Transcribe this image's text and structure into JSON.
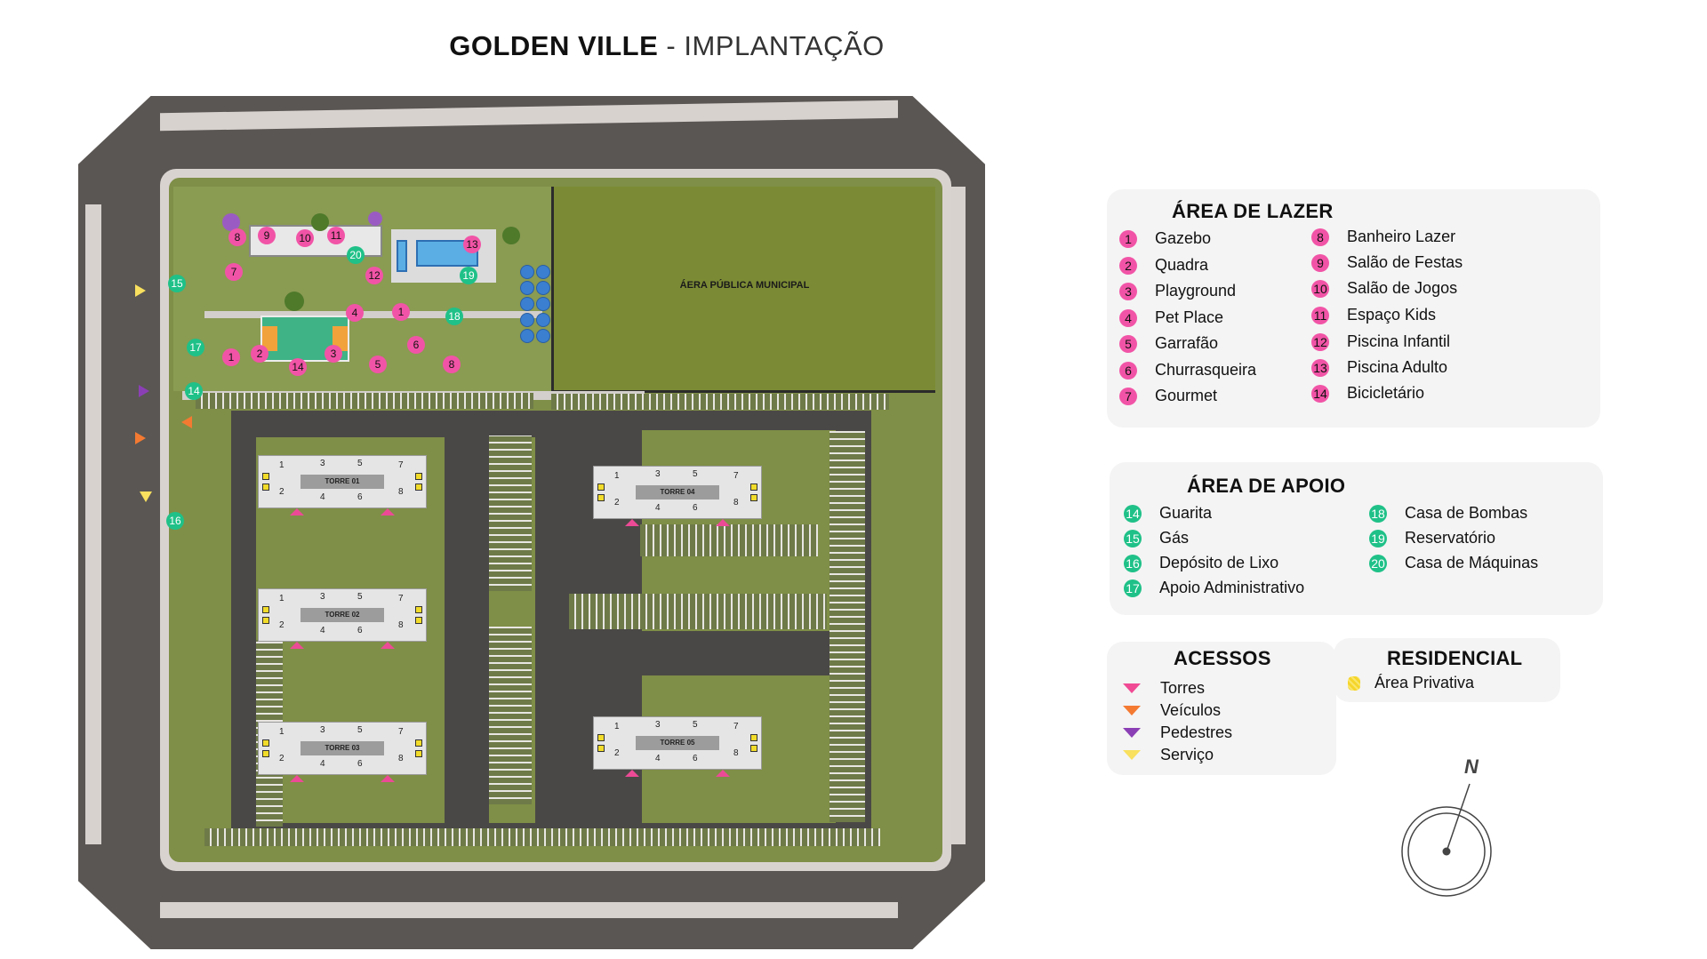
{
  "header": {
    "title_bold": "GOLDEN VILLE",
    "title_light": "- IMPLANTAÇÃO"
  },
  "map": {
    "public_area_label": "ÁERA PÚBLICA MUNICIPAL",
    "towers": [
      {
        "name": "TORRE 01",
        "units": [
          "1",
          "2",
          "3",
          "4",
          "5",
          "6",
          "7",
          "8"
        ]
      },
      {
        "name": "TORRE 02",
        "units": [
          "1",
          "2",
          "3",
          "4",
          "5",
          "6",
          "7",
          "8"
        ]
      },
      {
        "name": "TORRE 03",
        "units": [
          "1",
          "2",
          "3",
          "4",
          "5",
          "6",
          "7",
          "8"
        ]
      },
      {
        "name": "TORRE 04",
        "units": [
          "1",
          "2",
          "3",
          "4",
          "5",
          "6",
          "7",
          "8"
        ]
      },
      {
        "name": "TORRE 05",
        "units": [
          "1",
          "2",
          "3",
          "4",
          "5",
          "6",
          "7",
          "8"
        ]
      }
    ],
    "markers": {
      "m1a": "1",
      "m1b": "1",
      "m2": "2",
      "m3": "3",
      "m4": "4",
      "m5": "5",
      "m6": "6",
      "m7": "7",
      "m8a": "8",
      "m8b": "8",
      "m9": "9",
      "m10": "10",
      "m11": "11",
      "m12": "12",
      "m13": "13",
      "m14a": "14",
      "g14": "14",
      "g15": "15",
      "g16": "16",
      "g17": "17",
      "g18": "18",
      "g19": "19",
      "g20": "20"
    }
  },
  "legend_lazer": {
    "title": "ÁREA DE LAZER",
    "items": [
      {
        "n": "1",
        "label": "Gazebo"
      },
      {
        "n": "2",
        "label": "Quadra"
      },
      {
        "n": "3",
        "label": "Playground"
      },
      {
        "n": "4",
        "label": "Pet Place"
      },
      {
        "n": "5",
        "label": "Garrafão"
      },
      {
        "n": "6",
        "label": "Churrasqueira"
      },
      {
        "n": "7",
        "label": "Gourmet"
      },
      {
        "n": "8",
        "label": "Banheiro Lazer"
      },
      {
        "n": "9",
        "label": "Salão de Festas"
      },
      {
        "n": "10",
        "label": "Salão de Jogos"
      },
      {
        "n": "11",
        "label": "Espaço Kids"
      },
      {
        "n": "12",
        "label": "Piscina Infantil"
      },
      {
        "n": "13",
        "label": "Piscina Adulto"
      },
      {
        "n": "14",
        "label": "Bicicletário"
      }
    ]
  },
  "legend_apoio": {
    "title": "ÁREA DE APOIO",
    "items": [
      {
        "n": "14",
        "label": "Guarita"
      },
      {
        "n": "15",
        "label": "Gás"
      },
      {
        "n": "16",
        "label": "Depósito de Lixo"
      },
      {
        "n": "17",
        "label": "Apoio Administrativo"
      },
      {
        "n": "18",
        "label": "Casa de Bombas"
      },
      {
        "n": "19",
        "label": "Reservatório"
      },
      {
        "n": "20",
        "label": "Casa de Máquinas"
      }
    ]
  },
  "legend_acessos": {
    "title": "ACESSOS",
    "items": [
      {
        "label": "Torres",
        "color": "#f04a94"
      },
      {
        "label": "Veículos",
        "color": "#f47a32"
      },
      {
        "label": "Pedestres",
        "color": "#8b3fb5"
      },
      {
        "label": "Serviço",
        "color": "#f9e05e"
      }
    ]
  },
  "legend_residencial": {
    "title": "RESIDENCIAL",
    "items": [
      {
        "label": "Área Privativa",
        "color": "#f5d52a"
      }
    ]
  },
  "compass": {
    "label": "N"
  },
  "colors": {
    "leisure_marker": "#f154a6",
    "support_marker": "#1fc188",
    "panel_bg": "#f4f4f4",
    "road": "#5a5653",
    "grass": "#7f8f47"
  }
}
